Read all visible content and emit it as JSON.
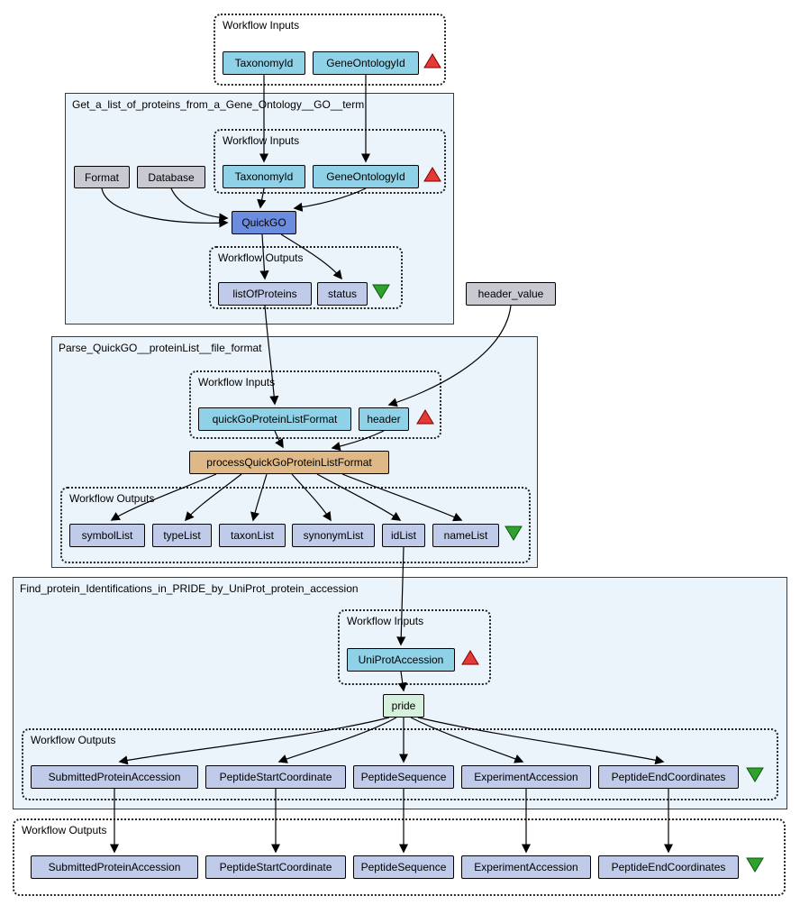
{
  "colors": {
    "input_port_fill": "#8FD2E8",
    "output_port_fill": "#BFCBE8",
    "constant_fill": "#C9C9D1",
    "quickgo_service_fill": "#6C8CE0",
    "beanshell_fill": "#DEB887",
    "pride_service_fill": "#D5F0DC",
    "group_fill": "#EBF3FB",
    "input_marker_red": "#E53935",
    "output_marker_green": "#2EA12E"
  },
  "top_inputs": {
    "title": "Workflow Inputs",
    "taxonomy": "TaxonomyId",
    "gene_ontology": "GeneOntologyId"
  },
  "group_quickgo": {
    "title": "Get_a_list_of_proteins_from_a_Gene_Ontology__GO__term",
    "inputs_title": "Workflow Inputs",
    "taxonomy": "TaxonomyId",
    "gene_ontology": "GeneOntologyId",
    "format": "Format",
    "database": "Database",
    "service": "QuickGO",
    "outputs_title": "Workflow Outputs",
    "list_of_proteins": "listOfProteins",
    "status": "status"
  },
  "header_value": "header_value",
  "group_parse": {
    "title": "Parse_QuickGO__proteinList__file_format",
    "inputs_title": "Workflow Inputs",
    "quickgo_protein_list_format": "quickGoProteinListFormat",
    "header": "header",
    "processor": "processQuickGoProteinListFormat",
    "outputs_title": "Workflow Outputs",
    "outputs": [
      "symbolList",
      "typeList",
      "taxonList",
      "synonymList",
      "idList",
      "nameList"
    ]
  },
  "group_pride": {
    "title": "Find_protein_Identifications_in_PRIDE_by_UniProt_protein_accession",
    "inputs_title": "Workflow Inputs",
    "uniprot_accession": "UniProtAccession",
    "processor": "pride",
    "outputs_title": "Workflow Outputs",
    "outputs": [
      "SubmittedProteinAccession",
      "PeptideStartCoordinate",
      "PeptideSequence",
      "ExperimentAccession",
      "PeptideEndCoordinates"
    ]
  },
  "bottom_outputs": {
    "title": "Workflow Outputs",
    "outputs": [
      "SubmittedProteinAccession",
      "PeptideStartCoordinate",
      "PeptideSequence",
      "ExperimentAccession",
      "PeptideEndCoordinates"
    ]
  }
}
